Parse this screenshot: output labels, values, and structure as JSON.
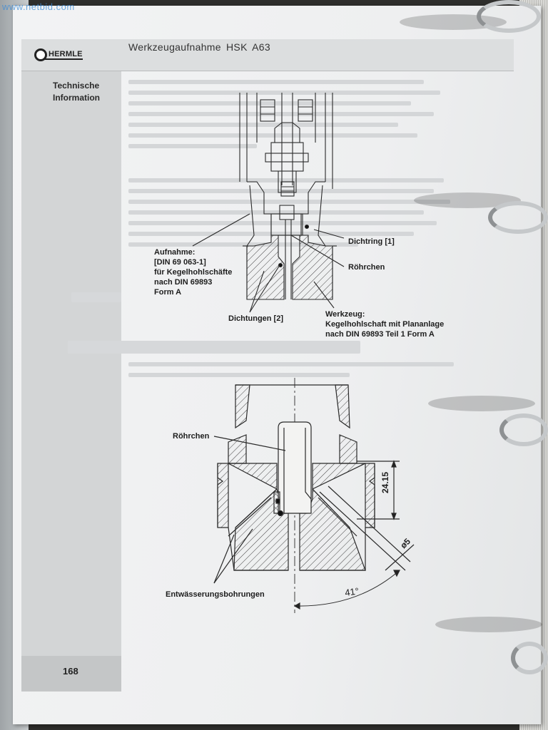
{
  "watermark": "www.netbid.com",
  "header": {
    "logo_text": "HERMLE",
    "title": "Werkzeugaufnahme HSK  A63"
  },
  "sidebar": {
    "section_label_line1": "Technische",
    "section_label_line2": "Information",
    "page_number": "168"
  },
  "figure1": {
    "labels": {
      "dichtring": "Dichtring [1]",
      "roehrchen": "Röhrchen",
      "aufnahme_l1": "Aufnahme:",
      "aufnahme_l2": "[DIN 69 063-1]",
      "aufnahme_l3": "für Kegelhohlschäfte",
      "aufnahme_l4": "nach DIN 69893",
      "aufnahme_l5": "Form A",
      "dichtungen": "Dichtungen [2]",
      "werkzeug_l1": "Werkzeug:",
      "werkzeug_l2": "Kegelhohlschaft mit Plananlage",
      "werkzeug_l3": "nach DIN 69893 Teil 1 Form A"
    }
  },
  "figure2": {
    "labels": {
      "roehrchen": "Röhrchen",
      "dim_height": "24.15",
      "dim_diameter": "ø5",
      "entwaesserung": "Entwässerungsbohrungen",
      "angle": "41°"
    }
  }
}
